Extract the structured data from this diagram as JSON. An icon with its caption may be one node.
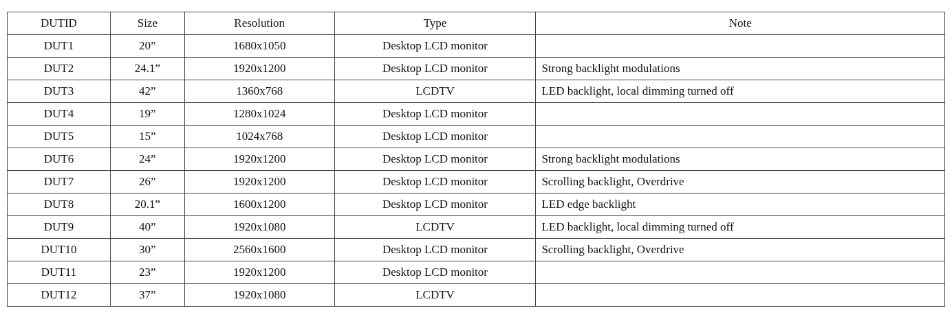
{
  "diagram": {
    "labels": [
      "DUTID",
      "Size",
      "Resolution",
      "Type",
      "Note",
      "DUT1",
      "20”",
      "1680x1050",
      "Desktop LCD monitor",
      "DUT2",
      "24.1”",
      "1920x1200",
      "Desktop LCD monitor",
      "Strong backlight modulations",
      "DUT3",
      "42”",
      "1360x768",
      "LCDTV",
      "LED backlight, local dimming turned off",
      "DUT4",
      "19”",
      "1280x1024",
      "Desktop LCD monitor",
      "DUT5",
      "15”",
      "1024x768",
      "Desktop LCD monitor",
      "DUT6",
      "24”",
      "1920x1200",
      "Desktop LCD monitor",
      "Strong backlight modulations",
      "DUT7",
      "26”",
      "1920x1200",
      "Desktop LCD monitor",
      "Scrolling backlight, Overdrive",
      "DUT8",
      "20.1”",
      "1600x1200",
      "Desktop LCD monitor",
      "LED edge backlight",
      "DUT9",
      "40”",
      "1920x1080",
      "LCDTV",
      "LED backlight, local dimming turned off",
      "DUT10",
      "30”",
      "2560x1600",
      "Desktop LCD monitor",
      "Scrolling backlight, Overdrive",
      "DUT11",
      "23”",
      "1920x1200",
      "Desktop LCD monitor",
      "DUT12",
      "37”",
      "1920x1080",
      "LCDTV"
    ]
  }
}
